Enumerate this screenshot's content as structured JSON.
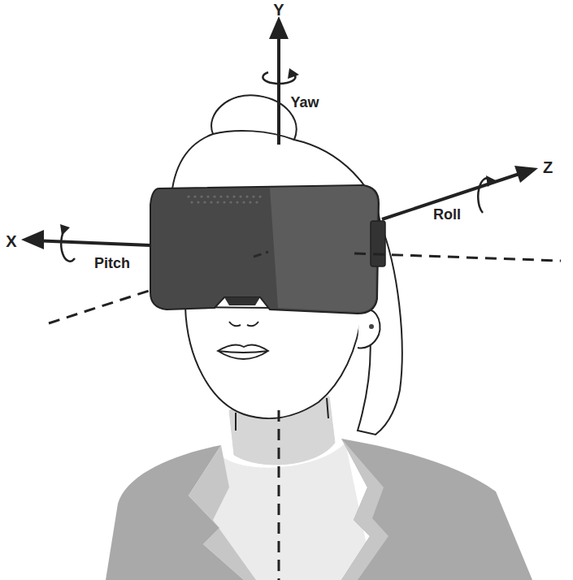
{
  "diagram": {
    "labels": [
      "Y",
      "Yaw",
      "Z",
      "Roll",
      "X",
      "Pitch"
    ]
  }
}
